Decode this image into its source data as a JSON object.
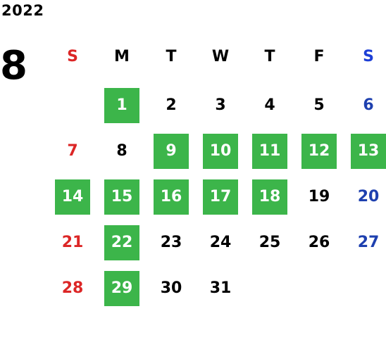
{
  "year": "2022",
  "month": "8",
  "weekdays": [
    "S",
    "M",
    "T",
    "W",
    "T",
    "F",
    "S"
  ],
  "weeks": [
    [
      null,
      "1",
      "2",
      "3",
      "4",
      "5",
      "6"
    ],
    [
      "7",
      "8",
      "9",
      "10",
      "11",
      "12",
      "13"
    ],
    [
      "14",
      "15",
      "16",
      "17",
      "18",
      "19",
      "20"
    ],
    [
      "21",
      "22",
      "23",
      "24",
      "25",
      "26",
      "27"
    ],
    [
      "28",
      "29",
      "30",
      "31",
      null,
      null,
      null
    ]
  ],
  "highlighted_days": [
    "1",
    "9",
    "10",
    "11",
    "12",
    "13",
    "14",
    "15",
    "16",
    "17",
    "18",
    "22",
    "29"
  ],
  "colors": {
    "highlight": "#3cb54a",
    "sunday": "#dc2626",
    "saturday": "#1e40af",
    "weekday": "#000000"
  }
}
